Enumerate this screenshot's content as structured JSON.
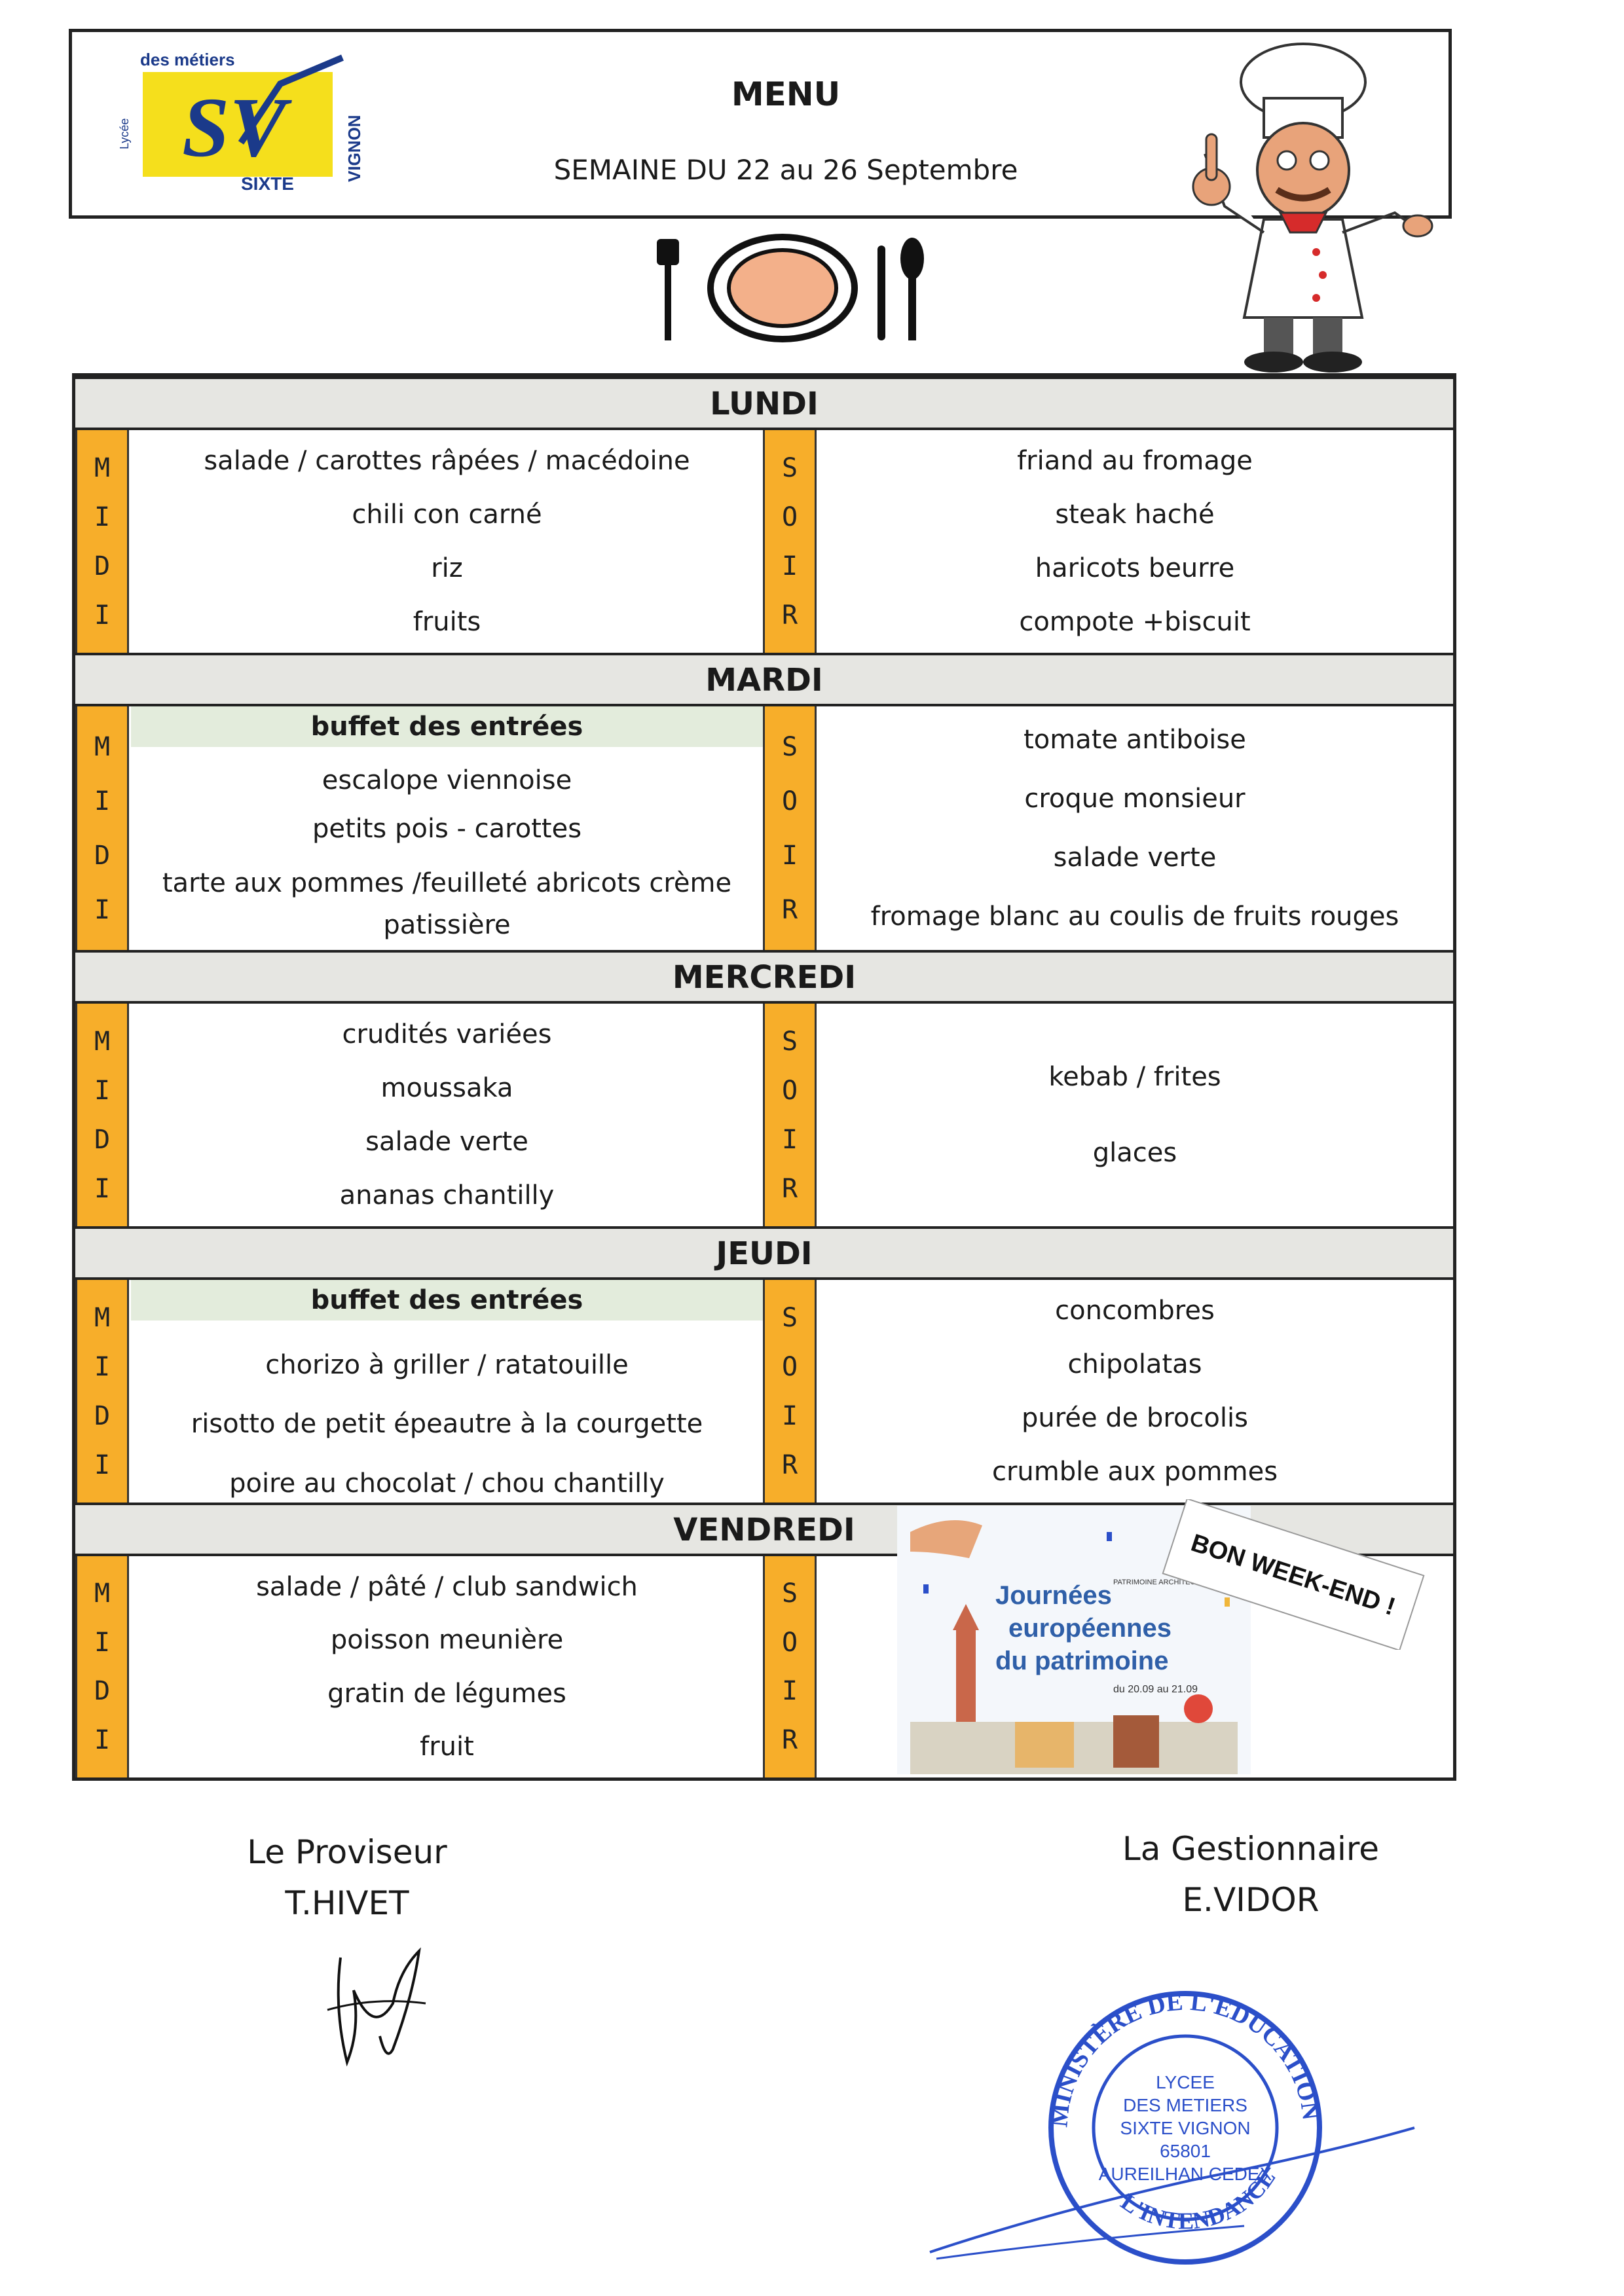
{
  "header": {
    "logo": {
      "top": "des métiers",
      "side": "Lycée",
      "letters": "SV",
      "bottom": "SIXTE",
      "right": "VIGNON"
    },
    "title": "MENU",
    "week": "SEMAINE  DU 22 au 26 Septembre"
  },
  "days": [
    {
      "name": "LUNDI",
      "midi": [
        "salade / carottes râpées  / macédoine",
        "chili con carné",
        "riz",
        "fruits"
      ],
      "soir": [
        "friand au fromage",
        "steak haché",
        "haricots beurre",
        "compote +biscuit"
      ]
    },
    {
      "name": "MARDI",
      "buffet": "buffet des entrées",
      "midi": [
        "escalope viennoise",
        "petits pois  - carottes",
        "tarte aux pommes /feuilleté abricots crème patissière"
      ],
      "soir": [
        "tomate antiboise",
        "croque monsieur",
        "salade verte",
        "fromage blanc au coulis de fruits rouges"
      ]
    },
    {
      "name": "MERCREDI",
      "midi": [
        "crudités variées",
        "moussaka",
        "salade  verte",
        "ananas chantilly"
      ],
      "soir": [
        "kebab / frites",
        "glaces"
      ]
    },
    {
      "name": "JEUDI",
      "buffet": "buffet des entrées",
      "midi": [
        "chorizo à griller / ratatouille",
        "risotto de petit épeautre  à la courgette",
        "poire au chocolat / chou chantilly"
      ],
      "soir": [
        "concombres",
        "chipolatas",
        "purée de brocolis",
        "crumble aux pommes"
      ]
    },
    {
      "name": "VENDREDI",
      "midi": [
        "salade / pâté / club sandwich",
        "poisson meunière",
        "gratin de légumes",
        "fruit"
      ],
      "soir": []
    }
  ],
  "strips": {
    "midi": [
      "M",
      "I",
      "D",
      "I"
    ],
    "soir": [
      "S",
      "O",
      "I",
      "R"
    ]
  },
  "poster": {
    "line1": "Journées",
    "line2": "européennes",
    "line3": "du patrimoine",
    "tag": "PATRIMOINE ARCHITECTURAL",
    "dates": "du 20.09 au 21.09"
  },
  "sticker": {
    "text": "BON WEEK-END !"
  },
  "signatures": {
    "left_role": "Le Proviseur",
    "left_name": "T.HIVET",
    "right_role": "La Gestionnaire",
    "right_name": "E.VIDOR"
  },
  "stamp": {
    "ring_top": "MINISTÈRE DE L'EDUCATION NATIONALE",
    "ring_bottom": "L'INTENDANCE",
    "center": [
      "LYCEE",
      "DES METIERS",
      "SIXTE VIGNON",
      "65801",
      "AUREILHAN CEDEX"
    ]
  },
  "colors": {
    "strip": "#f7ae2a",
    "band": "#e6e6e2",
    "buffet": "#e3ecdc",
    "stamp": "#2b4fc9",
    "logo_bg": "#f5df1c"
  }
}
